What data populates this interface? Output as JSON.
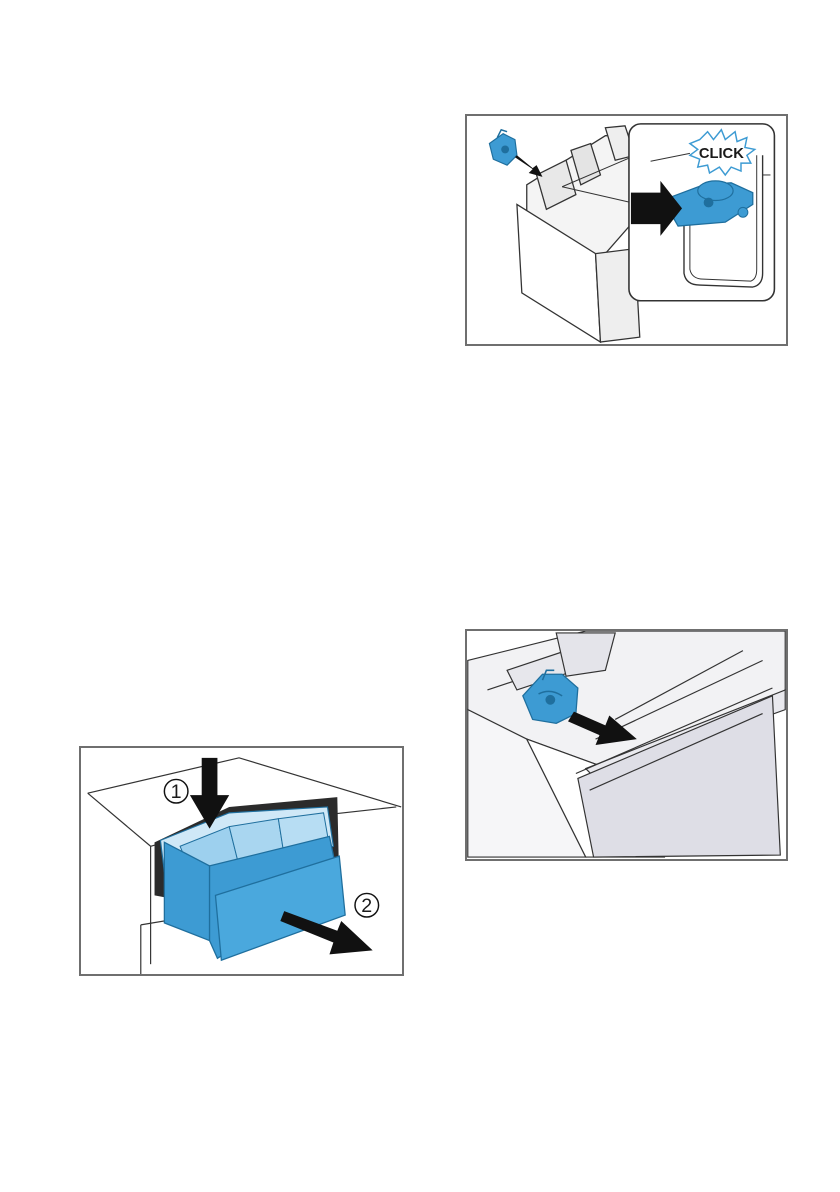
{
  "figures": {
    "insert_cap": {
      "callout_label": "CLICK"
    },
    "pull_drawer": {
      "step_1": "1",
      "step_2": "2"
    },
    "remove_cap": {}
  },
  "colors": {
    "part_blue": "#3d9bd3",
    "part_blue_dark": "#1f6f9e",
    "outline": "#333333",
    "frame": "#6f6f6f",
    "arrow": "#111111"
  }
}
